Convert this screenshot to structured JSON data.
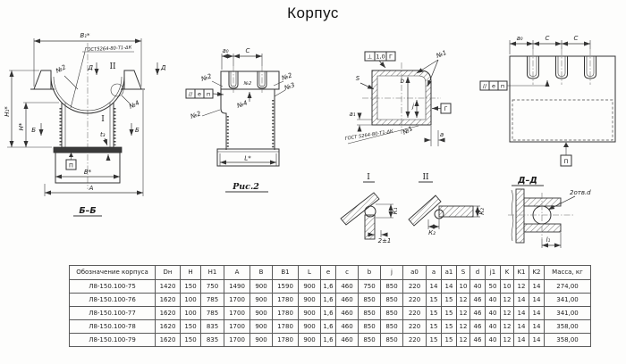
{
  "title": "Корпус",
  "drawing": {
    "frame": {
      "par": "//",
      "e": "е",
      "p": "п"
    },
    "roman": {
      "one": "I",
      "two": "II"
    },
    "view1": {
      "label": "Б–Б",
      "dim_b1": "В₁*",
      "gost": "ГОСТ5264-80-Т1-ΔК",
      "mark_n2": "№2",
      "mark_n4": "№4",
      "sec_d": "Д",
      "sec_b": "Б",
      "dim_h1": "Н₁*",
      "dim_h": "Н*",
      "dim_t3": "t₃",
      "flag_p": "П",
      "dim_b": "В*",
      "dim_a": "А"
    },
    "view2": {
      "caption": "Рис.2",
      "dim_a0": "а₀",
      "dim_c": "С",
      "mark_n2": "№2",
      "mark_n3": "№3",
      "mark_n4": "№4",
      "dim_l": "L*"
    },
    "view3": {
      "frame_sym": "⊥",
      "frame_val": "1,0",
      "frame_ref": "Г",
      "mark_n1": "№1",
      "dim_s": "S",
      "dim_b": "b",
      "dim_j": "j",
      "flag_g": "Г",
      "dim_a1": "а₁",
      "gost": "ГОСТ 5264-80-Т1-ΔК",
      "dim_a": "а"
    },
    "detail1": {
      "dim_k1": "К₁",
      "dim_tol": "2±1"
    },
    "detail2": {
      "dim_k2": "К₂"
    },
    "view4": {
      "label": "Д–Д",
      "dim_a0": "а₀",
      "dim_c": "С",
      "flag_p": "П"
    },
    "detail_dd": {
      "holes": "2отв.d",
      "dim_l1": "l₁"
    }
  },
  "table": {
    "headers": [
      "Обозначение корпуса",
      "Dн",
      "H",
      "H1",
      "A",
      "B",
      "B1",
      "L",
      "e",
      "c",
      "b",
      "j",
      "a0",
      "a",
      "a1",
      "S",
      "d",
      "j1",
      "K",
      "K1",
      "K2",
      "Масса, кг"
    ],
    "rows": [
      [
        "Л8-150.100-75",
        "1420",
        "150",
        "750",
        "1490",
        "900",
        "1590",
        "900",
        "1,6",
        "460",
        "750",
        "850",
        "220",
        "14",
        "14",
        "10",
        "40",
        "50",
        "10",
        "12",
        "14",
        "274,00"
      ],
      [
        "Л8-150.100-76",
        "1620",
        "100",
        "785",
        "1700",
        "900",
        "1780",
        "900",
        "1,6",
        "460",
        "850",
        "850",
        "220",
        "15",
        "15",
        "12",
        "46",
        "40",
        "12",
        "14",
        "14",
        "341,00"
      ],
      [
        "Л8-150.100-77",
        "1620",
        "100",
        "785",
        "1700",
        "900",
        "1780",
        "900",
        "1,6",
        "460",
        "850",
        "850",
        "220",
        "15",
        "15",
        "12",
        "46",
        "40",
        "12",
        "14",
        "14",
        "341,00"
      ],
      [
        "Л8-150.100-78",
        "1620",
        "150",
        "835",
        "1700",
        "900",
        "1780",
        "900",
        "1,6",
        "460",
        "850",
        "850",
        "220",
        "15",
        "15",
        "12",
        "46",
        "40",
        "12",
        "14",
        "14",
        "358,00"
      ],
      [
        "Л8-150.100-79",
        "1620",
        "150",
        "835",
        "1700",
        "900",
        "1780",
        "900",
        "1,6",
        "460",
        "850",
        "850",
        "220",
        "15",
        "15",
        "12",
        "46",
        "40",
        "12",
        "14",
        "14",
        "358,00"
      ]
    ]
  }
}
